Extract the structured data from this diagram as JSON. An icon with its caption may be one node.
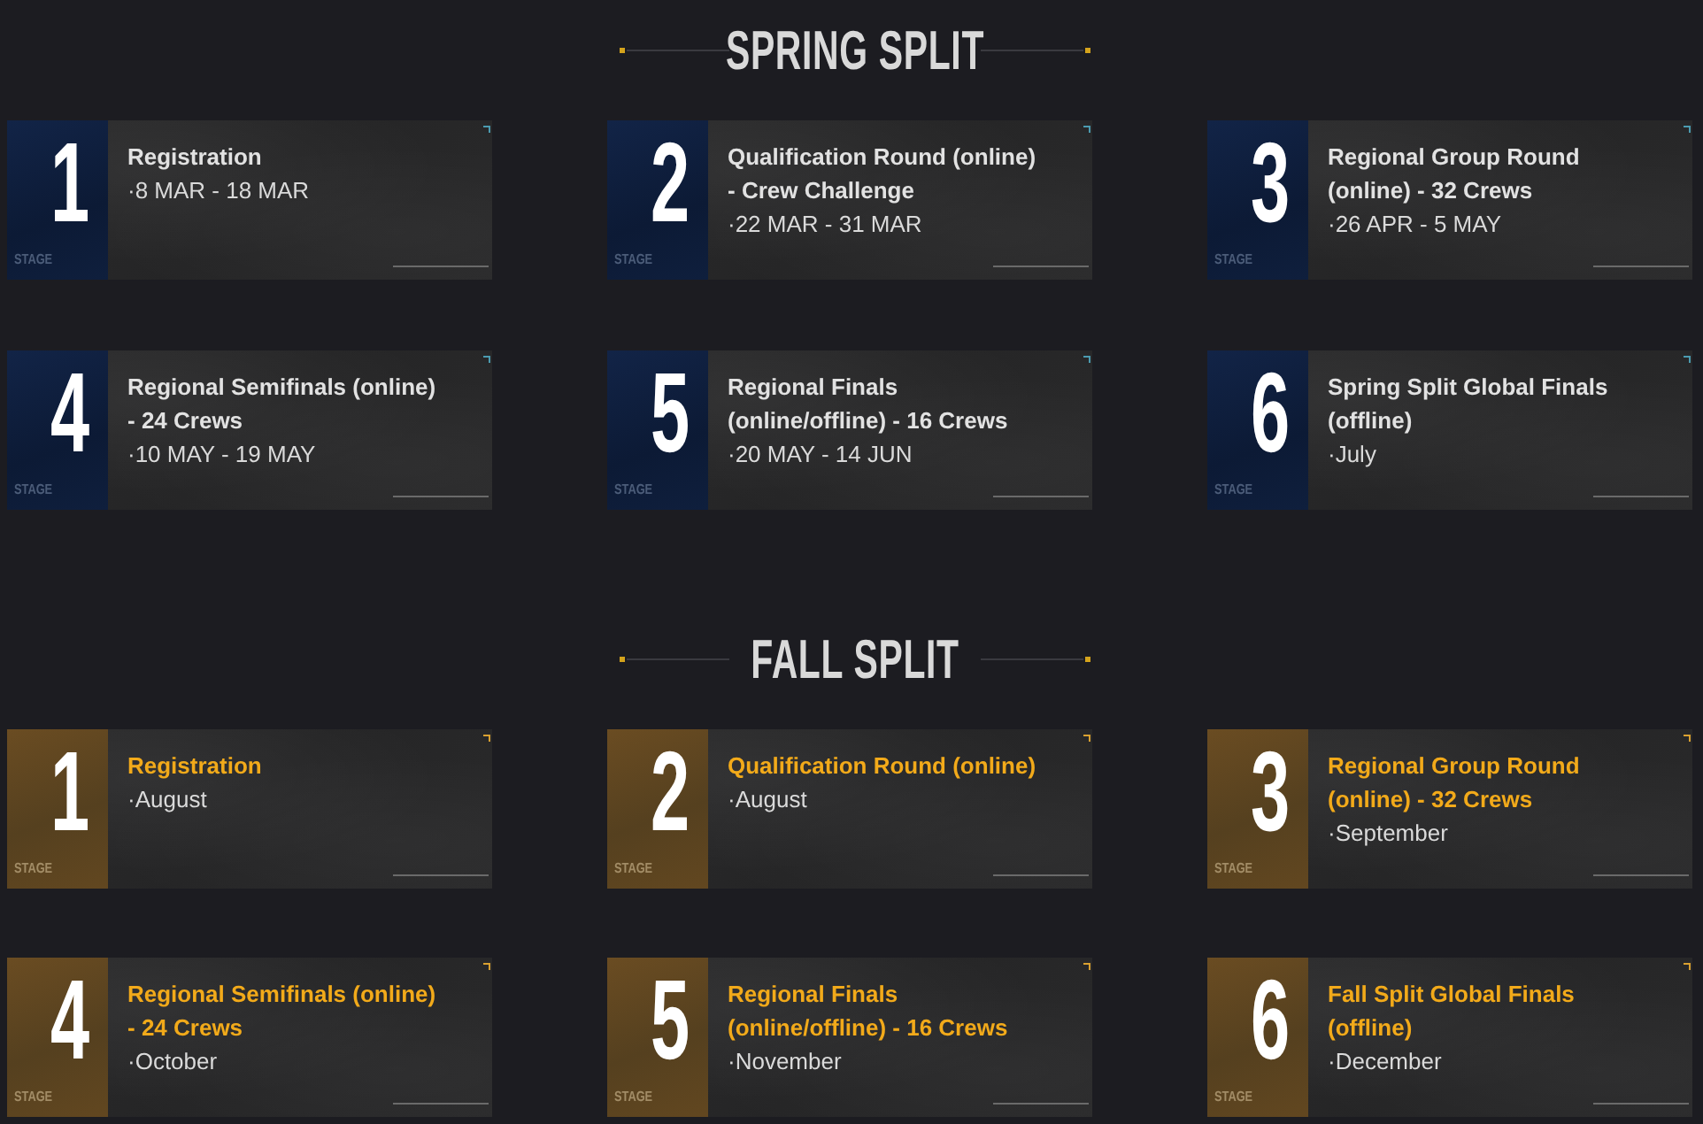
{
  "diagram": {
    "nodes": [
      {
        "text": [
          "1",
          "STAGE",
          "Registration",
          "·8 MAR - 18 MAR"
        ]
      },
      {
        "text": [
          "2",
          "STAGE",
          "Qualification Round (online) - Crew Challenge",
          "·22 MAR - 31 MAR"
        ]
      },
      {
        "text": [
          "3",
          "STAGE",
          "Regional Group Round (online) - 32 Crews",
          "·26 APR - 5 MAY"
        ]
      },
      {
        "text": [
          "4",
          "STAGE",
          "Regional Semifinals (online) - 24 Crews",
          "·10 MAY - 19 MAY"
        ]
      },
      {
        "text": [
          "5",
          "STAGE",
          "Regional Finals (online/offline) - 16 Crews",
          "·20 MAY - 14 JUN"
        ]
      },
      {
        "text": [
          "6",
          "STAGE",
          "Spring Split Global Finals (offline)",
          "·July"
        ]
      },
      {
        "text": [
          "1",
          "STAGE",
          "Registration",
          "·August"
        ]
      },
      {
        "text": [
          "2",
          "STAGE",
          "Qualification Round (online)",
          "·August"
        ]
      },
      {
        "text": [
          "3",
          "STAGE",
          "Regional Group Round (online) - 32 Crews",
          "·September"
        ]
      },
      {
        "text": [
          "4",
          "STAGE",
          "Regional Semifinals (online) - 24 Crews",
          "·October"
        ]
      },
      {
        "text": [
          "5",
          "STAGE",
          "Regional Finals (online/offline) - 16 Crews",
          "·November"
        ]
      },
      {
        "text": [
          "6",
          "STAGE",
          "Fall Split Global Finals (offline)",
          "·December"
        ]
      }
    ],
    "labels": [
      "SPRING SPLIT",
      "FALL SPLIT"
    ]
  }
}
